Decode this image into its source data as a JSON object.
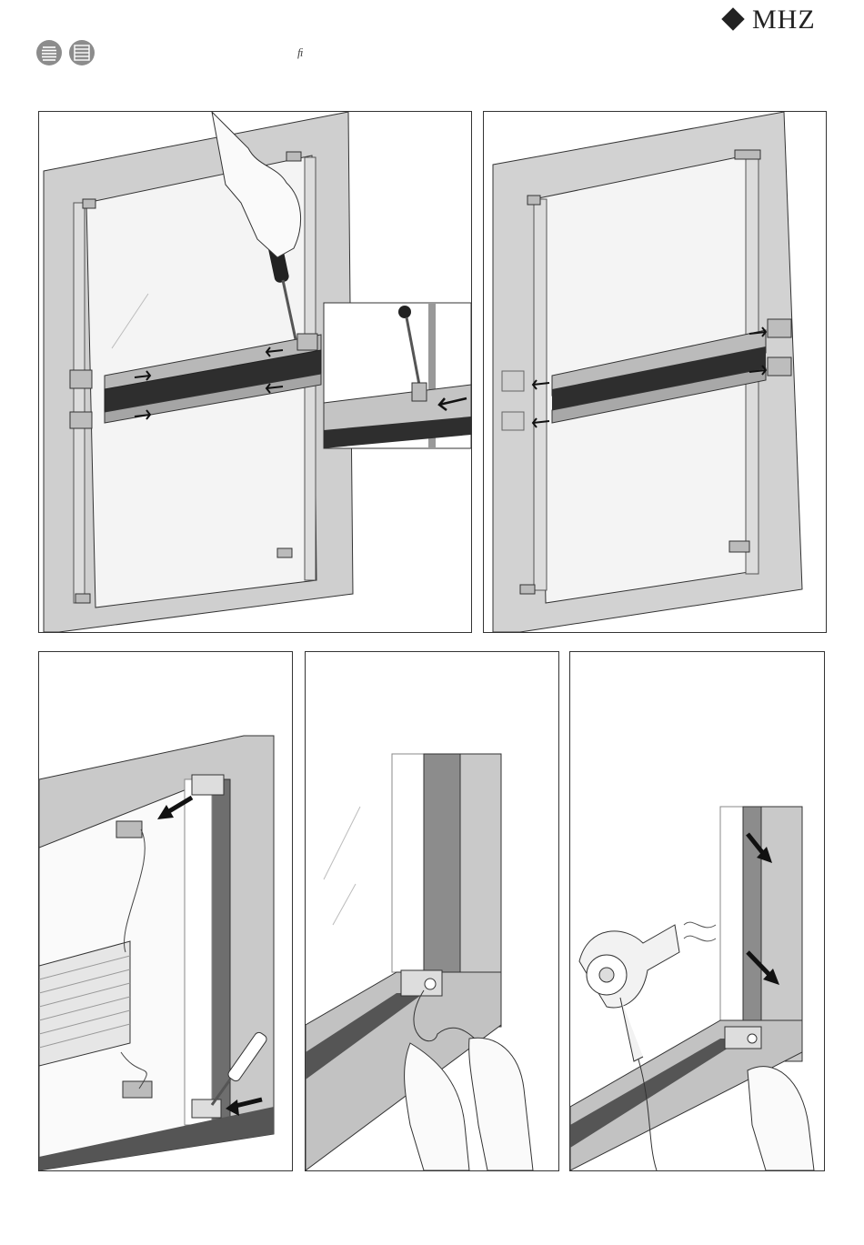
{
  "header": {
    "brand": "MHZ",
    "glyph": "ﬁ"
  },
  "colors": {
    "frame_light": "#c9c9c9",
    "frame_mid": "#a9a9a9",
    "frame_dark": "#6e6e6e",
    "glass": "#f7f7f7",
    "outline": "#333333",
    "badge": "#8c8c8c"
  },
  "icons": [
    "blind-icon-left",
    "blind-icon-right",
    "arrow-icon",
    "screwdriver-icon",
    "hand-icon",
    "hair-dryer-icon"
  ]
}
